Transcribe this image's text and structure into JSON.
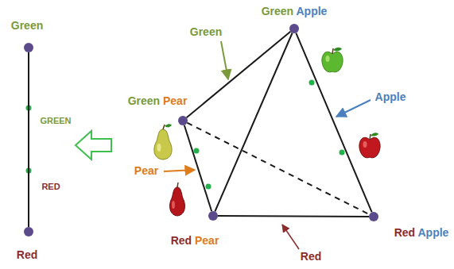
{
  "diagram": {
    "nodes": [
      {
        "text": [
          "Green Apple"
        ]
      },
      {
        "text": [
          "Green Pear"
        ]
      },
      {
        "text": [
          "Red Pear"
        ]
      },
      {
        "text": [
          "Red Apple"
        ]
      },
      {
        "text": [
          "Green"
        ]
      },
      {
        "text": [
          "Red"
        ]
      }
    ],
    "edges": [
      {
        "from": 0,
        "to": 1,
        "arrow": "none"
      },
      {
        "from": 0,
        "to": 2,
        "arrow": "none"
      },
      {
        "from": 0,
        "to": 3,
        "arrow": "none"
      },
      {
        "from": 1,
        "to": 2,
        "arrow": "none"
      },
      {
        "from": 2,
        "to": 3,
        "arrow": "none"
      },
      {
        "from": 1,
        "to": 3,
        "arrow": "none"
      },
      {
        "from": 4,
        "to": 5,
        "arrow": "none"
      }
    ],
    "labels": [
      "Green",
      "Apple",
      "Pear",
      "Red",
      "GREEN",
      "RED"
    ]
  }
}
